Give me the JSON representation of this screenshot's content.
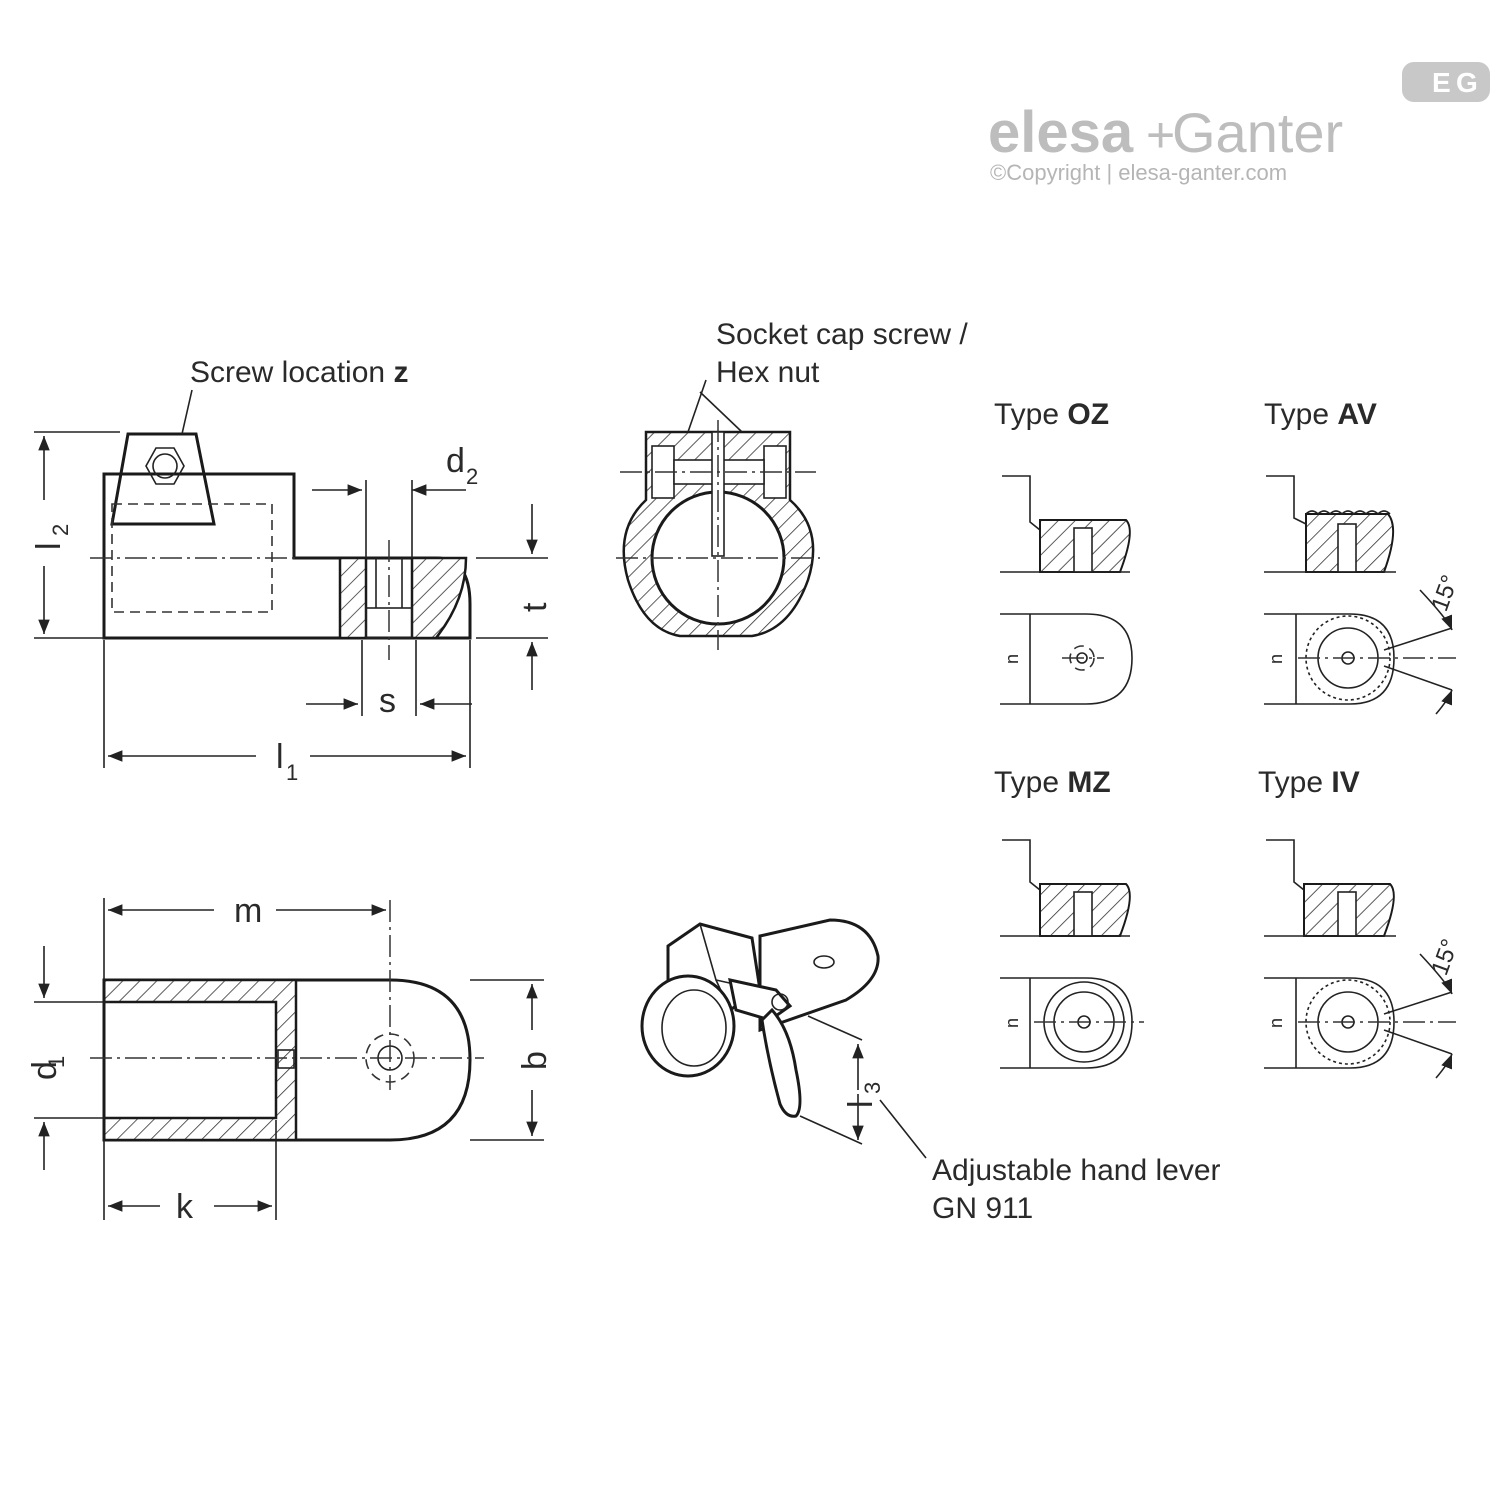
{
  "brand": {
    "name_left": "elesa",
    "name_plus": "+",
    "name_right": "Ganter",
    "copyright": "©Copyright | elesa-ganter.com",
    "badge_left": "E",
    "badge_right": "G"
  },
  "annotations": {
    "screw_location": "Screw location ",
    "screw_location_bold": "z",
    "socket_cap_line1": "Socket cap screw /",
    "socket_cap_line2": "Hex nut",
    "hand_lever_line1": "Adjustable hand lever",
    "hand_lever_line2": "GN 911"
  },
  "dimensions": {
    "l2": "l",
    "l2_sub": "2",
    "d2": "d",
    "d2_sub": "2",
    "t": "t",
    "s": "s",
    "l1": "l",
    "l1_sub": "1",
    "m": "m",
    "d1": "d",
    "d1_sub": "1",
    "b": "b",
    "k": "k",
    "l3": "l",
    "l3_sub": "3",
    "n": "n",
    "angle": "15°"
  },
  "types": [
    {
      "prefix": "Type ",
      "code": "OZ"
    },
    {
      "prefix": "Type ",
      "code": "AV"
    },
    {
      "prefix": "Type ",
      "code": "MZ"
    },
    {
      "prefix": "Type ",
      "code": "IV"
    }
  ]
}
